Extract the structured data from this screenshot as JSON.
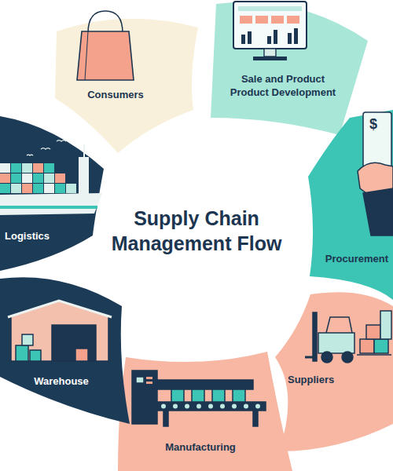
{
  "diagram": {
    "title": "Supply Chain Management Flow",
    "nodes": [
      {
        "text": [
          "Consumers"
        ]
      },
      {
        "text": [
          "Sale and Product Product Development"
        ]
      },
      {
        "text": [
          "Procurement"
        ]
      },
      {
        "text": [
          "Suppliers"
        ]
      },
      {
        "text": [
          "Manufacturing"
        ]
      },
      {
        "text": [
          "Warehouse"
        ]
      },
      {
        "text": [
          "Logistics"
        ]
      }
    ],
    "labels": [
      "$"
    ]
  }
}
